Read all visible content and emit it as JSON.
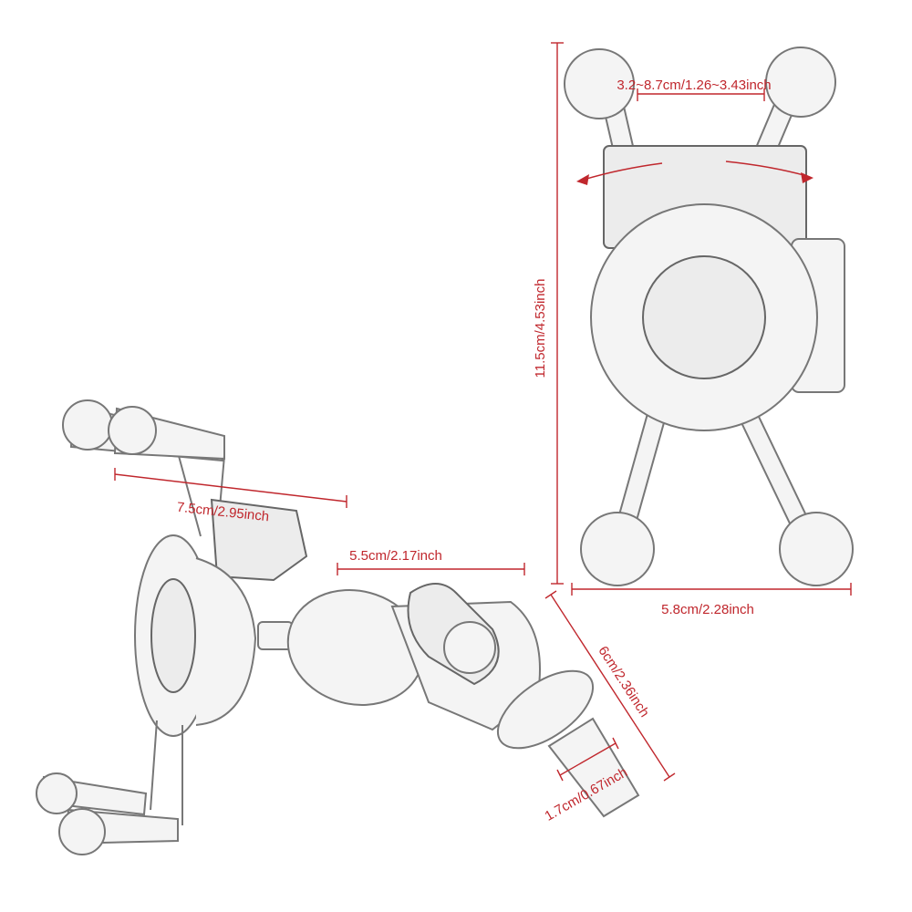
{
  "dimensions": {
    "grip_range": "3.2~8.7cm/1.26~3.43inch",
    "height": "11.5cm/4.53inch",
    "width": "5.8cm/2.28inch",
    "side_depth": "7.5cm/2.95inch",
    "arm_length": "5.5cm/2.17inch",
    "stem_length": "6cm/2.36inch",
    "stem_diameter": "1.7cm/0.67inch"
  },
  "colors": {
    "dimension": "#c0272d",
    "sketch_stroke": "#777777",
    "sketch_fill": "#f4f4f4"
  }
}
